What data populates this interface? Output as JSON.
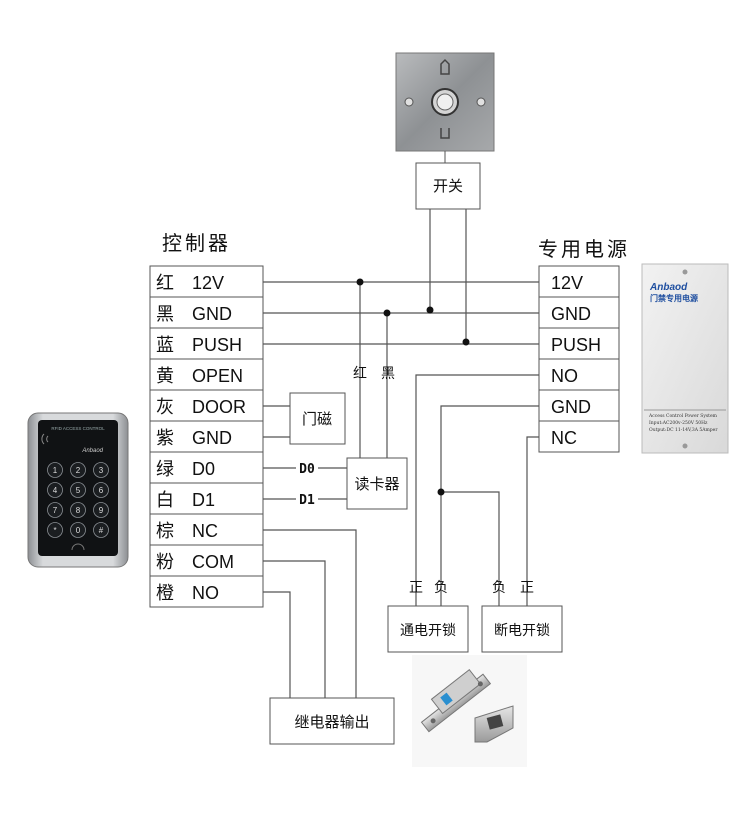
{
  "controller": {
    "title": "控制器",
    "rows": [
      {
        "color": "红",
        "signal": "12V"
      },
      {
        "color": "黑",
        "signal": "GND"
      },
      {
        "color": "蓝",
        "signal": "PUSH"
      },
      {
        "color": "黄",
        "signal": "OPEN"
      },
      {
        "color": "灰",
        "signal": "DOOR"
      },
      {
        "color": "紫",
        "signal": "GND"
      },
      {
        "color": "绿",
        "signal": "D0"
      },
      {
        "color": "白",
        "signal": "D1"
      },
      {
        "color": "棕",
        "signal": "NC"
      },
      {
        "color": "粉",
        "signal": "COM"
      },
      {
        "color": "橙",
        "signal": "NO"
      }
    ]
  },
  "power_supply": {
    "title": "专用电源",
    "rows": [
      "12V",
      "GND",
      "PUSH",
      "NO",
      "GND",
      "NC"
    ],
    "product_brand": "Anbaod",
    "product_name": "门禁专用电源",
    "product_spec_lines": [
      "Access Control Power System",
      "Input:AC200v-250V 50Hz",
      "Output:DC 11-14V,3A 5Amper"
    ]
  },
  "exit_button": {
    "label": "开关"
  },
  "door_contact": {
    "label": "门磁"
  },
  "reader": {
    "label": "读卡器",
    "wire_red": "红",
    "wire_black": "黑",
    "d0_label": "D0",
    "d1_label": "D1"
  },
  "lock_fail_secure": {
    "label": "通电开锁",
    "pos": "正",
    "neg": "负"
  },
  "lock_fail_safe": {
    "label": "断电开锁",
    "neg": "负",
    "pos": "正"
  },
  "relay": {
    "label": "继电器输出"
  },
  "keypad": {
    "brand": "Anbaod",
    "header": "RFID ACCESS CONTROL",
    "keys": [
      "1",
      "2",
      "3",
      "4",
      "5",
      "6",
      "7",
      "8",
      "9",
      "*",
      "0",
      "#"
    ]
  },
  "colors": {
    "line": "#555555",
    "text": "#111111"
  }
}
